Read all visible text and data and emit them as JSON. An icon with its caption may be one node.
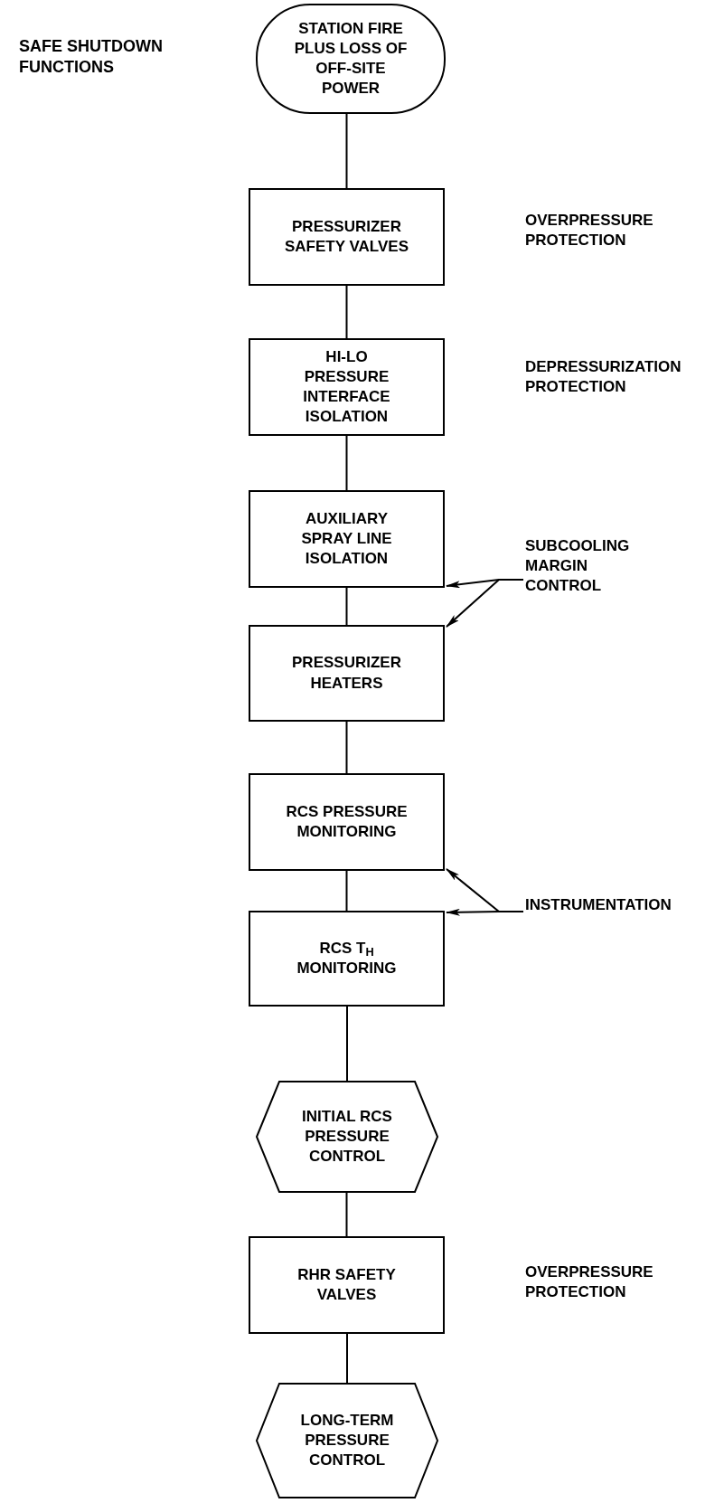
{
  "diagram": {
    "title": "SAFE SHUTDOWN FUNCTIONS",
    "nodes": [
      {
        "text": [
          "STATION FIRE PLUS LOSS OF OFF-SITE POWER"
        ]
      },
      {
        "text": [
          "PRESSURIZER SAFETY VALVES"
        ]
      },
      {
        "text": [
          "HI-LO PRESSURE INTERFACE ISOLATION"
        ]
      },
      {
        "text": [
          "AUXILIARY SPRAY LINE ISOLATION"
        ]
      },
      {
        "text": [
          "PRESSURIZER HEATERS"
        ]
      },
      {
        "text": [
          "RCS PRESSURE MONITORING"
        ]
      },
      {
        "text": [
          "RCS T$_{H}$ MONITORING"
        ]
      },
      {
        "text": [
          "INITIAL RCS PRESSURE CONTROL"
        ]
      },
      {
        "text": [
          "RHR SAFETY VALVES"
        ]
      },
      {
        "text": [
          "LONG-TERM PRESSURE CONTROL"
        ]
      },
      {
        "text": [
          "SUBCOOLING MARGIN CONTROL"
        ]
      },
      {
        "text": [
          "INSTRUMENTATION"
        ]
      }
    ],
    "edges": [
      {
        "from": 0,
        "to": 1,
        "arrow": "none"
      },
      {
        "from": 1,
        "to": 2,
        "arrow": "none"
      },
      {
        "from": 2,
        "to": 3,
        "arrow": "none"
      },
      {
        "from": 3,
        "to": 4,
        "arrow": "none"
      },
      {
        "from": 4,
        "to": 5,
        "arrow": "none"
      },
      {
        "from": 5,
        "to": 6,
        "arrow": "none"
      },
      {
        "from": 6,
        "to": 7,
        "arrow": "none"
      },
      {
        "from": 7,
        "to": 8,
        "arrow": "none"
      },
      {
        "from": 8,
        "to": 9,
        "arrow": "none"
      },
      {
        "from": 10,
        "to": 3,
        "arrow": "to"
      },
      {
        "from": 10,
        "to": 4,
        "arrow": "to"
      },
      {
        "from": 11,
        "to": 5,
        "arrow": "to"
      },
      {
        "from": 11,
        "to": 6,
        "arrow": "to"
      }
    ],
    "labels": [
      "OVERPRESSURE PROTECTION",
      "DEPRESSURIZATION PROTECTION",
      "OVERPRESSURE PROTECTION"
    ]
  }
}
